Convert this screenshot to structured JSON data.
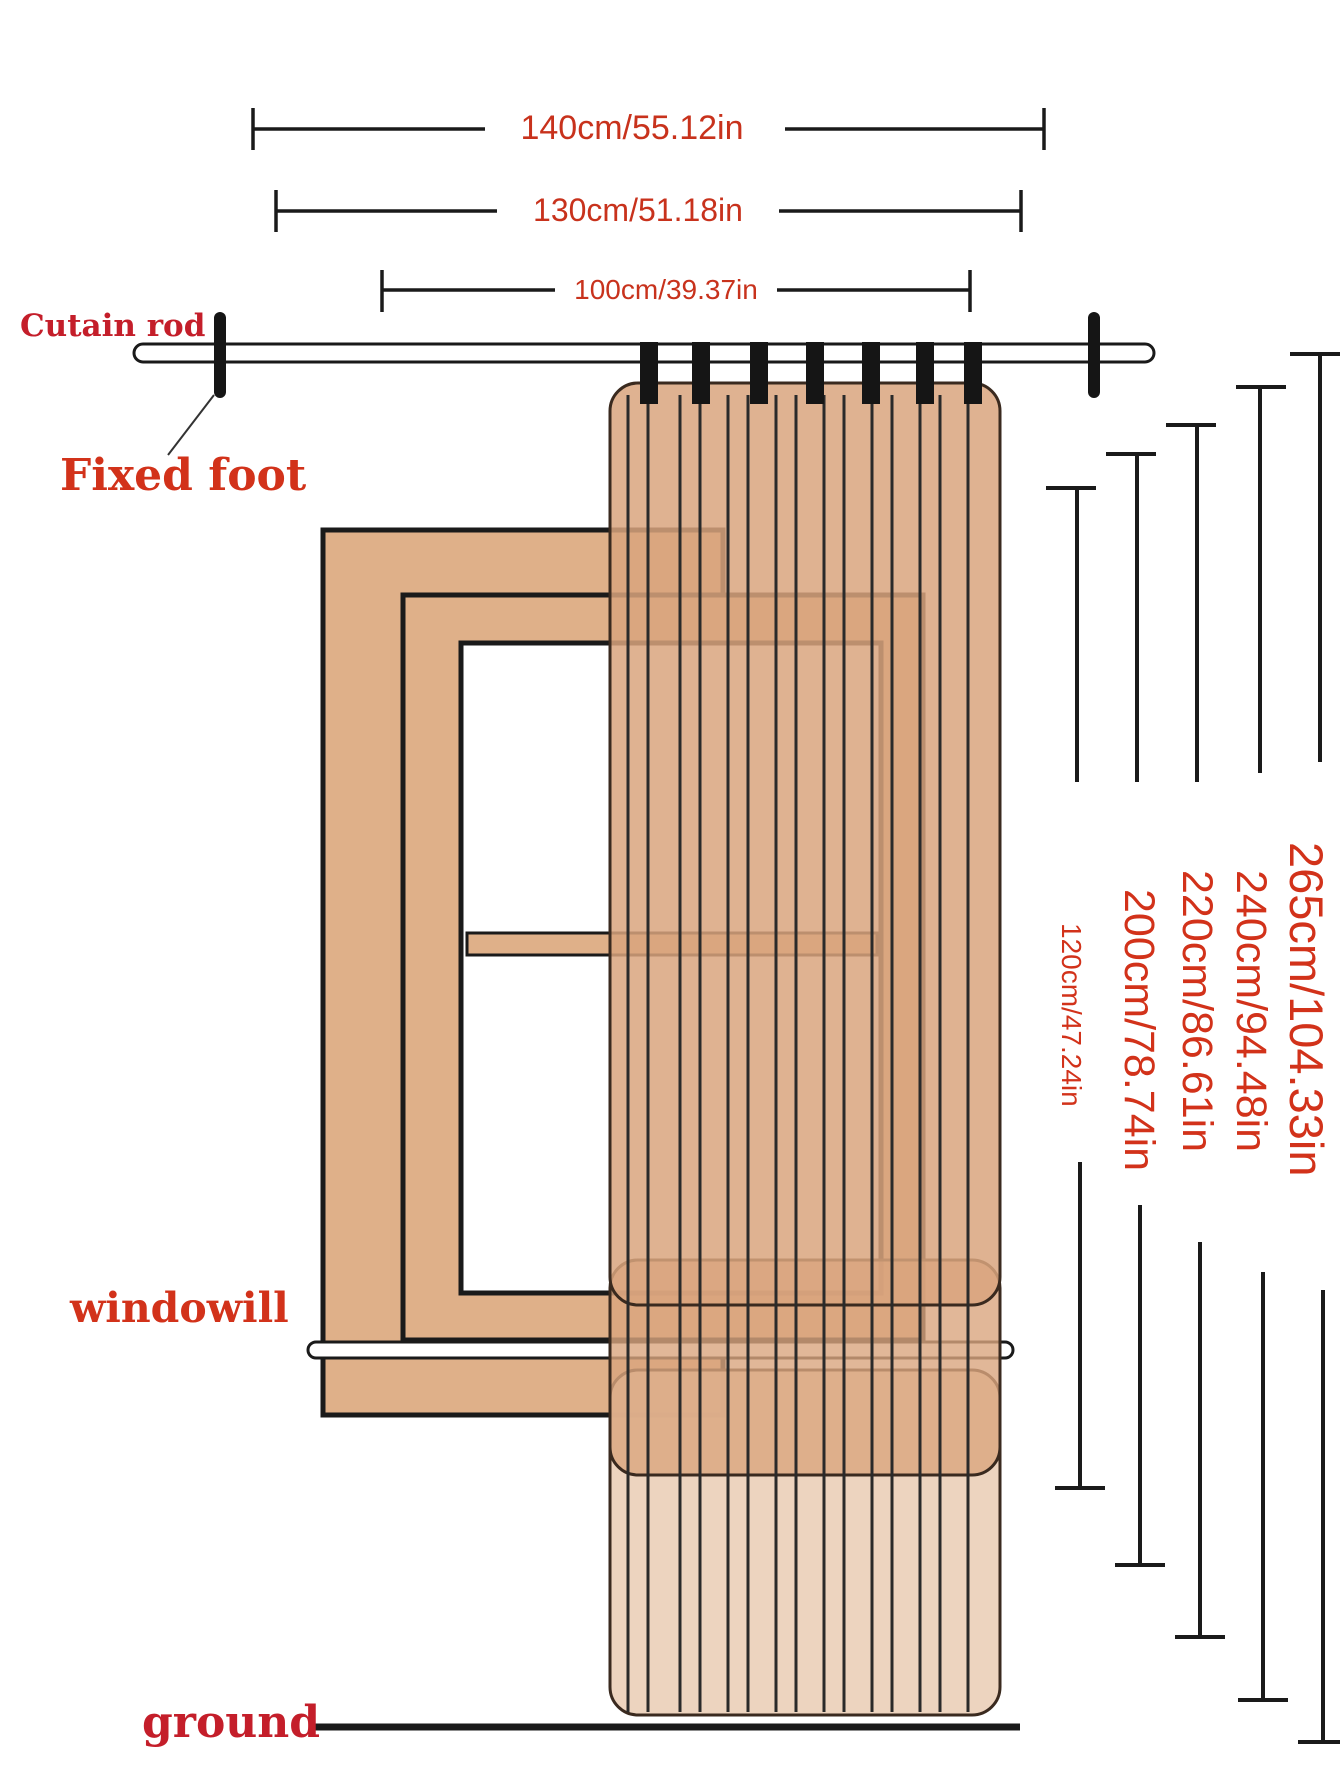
{
  "labels": {
    "rod": "Cutain rod",
    "fixed_foot": "Fixed foot",
    "windowsill": "windowill",
    "ground": "ground"
  },
  "widths": [
    {
      "text": "140cm/55.12in"
    },
    {
      "text": "130cm/51.18in"
    },
    {
      "text": "100cm/39.37in"
    }
  ],
  "lengths": [
    {
      "text": "120cm/47.24in"
    },
    {
      "text": "200cm/78.74in"
    },
    {
      "text": "220cm/86.61in"
    },
    {
      "text": "240cm/94.48in"
    },
    {
      "text": "265cm/104.33in"
    }
  ],
  "colors": {
    "label_red": "#d2321a",
    "rod_label_red": "#c41e2a",
    "frame": "#dfb089",
    "curtain": "#d9a57e",
    "curtain_extension": "#ecd2bc",
    "line": "#1a1a1a"
  }
}
